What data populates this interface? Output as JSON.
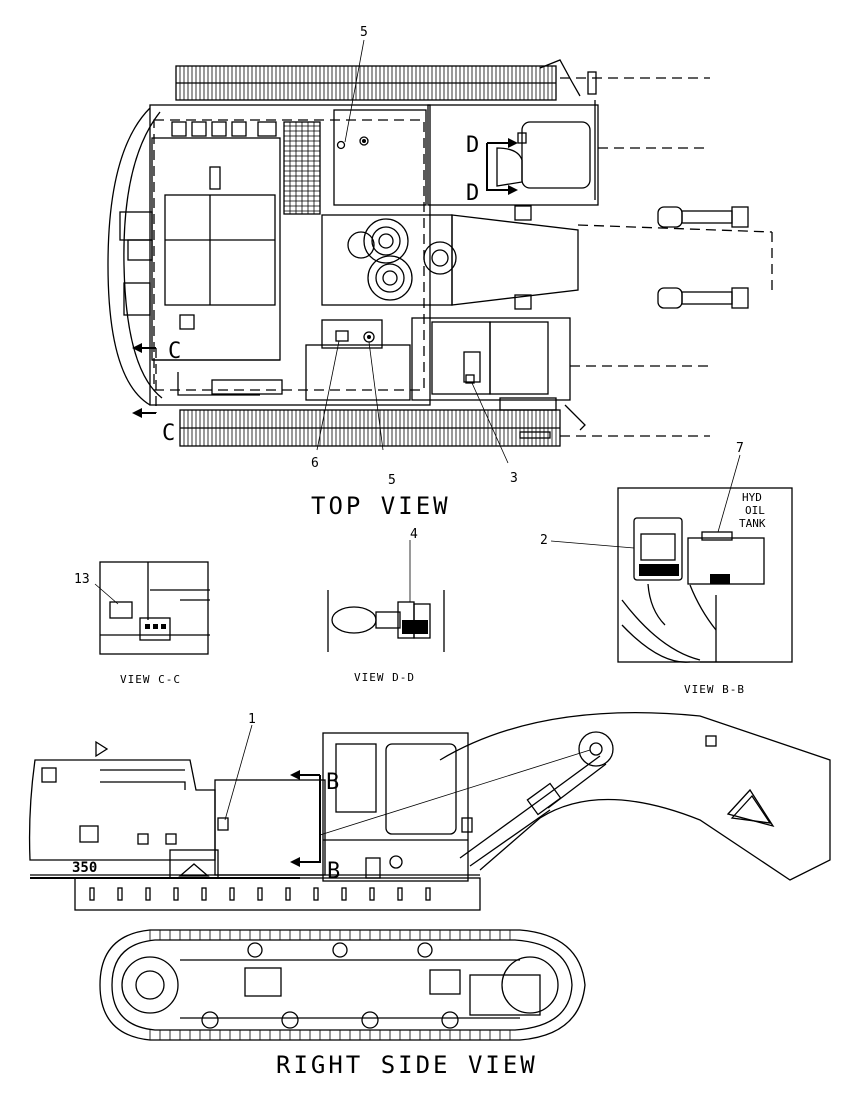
{
  "titles": {
    "top_view": "TOP VIEW",
    "right_side_view": "RIGHT SIDE VIEW",
    "view_cc": "VIEW C-C",
    "view_dd": "VIEW D-D",
    "view_bb": "VIEW B-B"
  },
  "callouts": {
    "c1": "1",
    "c2": "2",
    "c3": "3",
    "c4": "4",
    "c5a": "5",
    "c5b": "5",
    "c6": "6",
    "c7": "7",
    "c13": "13"
  },
  "section_letters": {
    "b_upper": "B",
    "b_lower": "B",
    "c_upper": "C",
    "c_lower": "C",
    "d_upper": "D",
    "d_lower": "D"
  },
  "labels": {
    "hyd_tank_line1": "HYD",
    "hyd_tank_line2": "OIL",
    "hyd_tank_line3": "TANK",
    "model_number": "350"
  }
}
